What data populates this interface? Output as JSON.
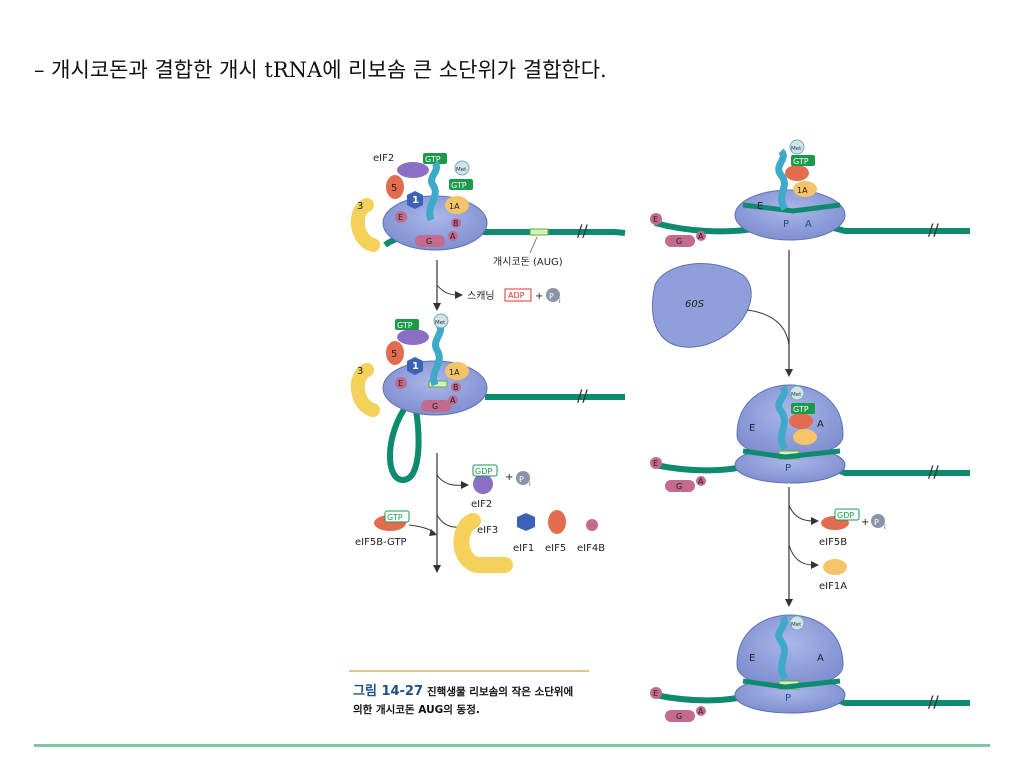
{
  "slide": {
    "title": "– 개시코돈과 결합한 개시 tRNA에 리보솜 큰 소단위가 결합한다."
  },
  "figure": {
    "labels": {
      "eif2": "eIF2",
      "gtp": "GTP",
      "met": "Met",
      "f5": "5",
      "f3": "3",
      "f1": "1",
      "f1a": "1A",
      "e": "E",
      "b": "B",
      "a": "A",
      "g": "G",
      "p": "P",
      "start_codon": "개시코돈 (AUG)",
      "scanning": "스캐닝",
      "adp": "ADP",
      "plus": "+",
      "pi": "P",
      "pi_sub": "i",
      "gdp": "GDP",
      "eif3": "eIF3",
      "eif1": "eIF1",
      "eif5": "eIF5",
      "eif4b": "eIF4B",
      "eif5b_gtp": "eIF5B-GTP",
      "s60": "60S",
      "eif5b": "eIF5B",
      "eif1a": "eIF1A"
    },
    "caption": {
      "number": "그림 14-27",
      "line1": "진핵생물 리보솜의 작은 소단위에",
      "line2": "의한 개시코돈 AUG의 동정."
    },
    "colors": {
      "mrna": "#0e8a6e",
      "small_subunit": "#8f9fdc",
      "large_subunit": "#7f8fd0",
      "trna": "#3fa9c9",
      "eif2": "#8b6fc4",
      "eif3": "#f3d15a",
      "eif5": "#e36b4e",
      "eif1": "#3c62b8",
      "eif1a": "#f5c46a",
      "eif4": "#c46a8f",
      "gtp": "#1a9a4a",
      "adp": "#e0342a"
    }
  }
}
